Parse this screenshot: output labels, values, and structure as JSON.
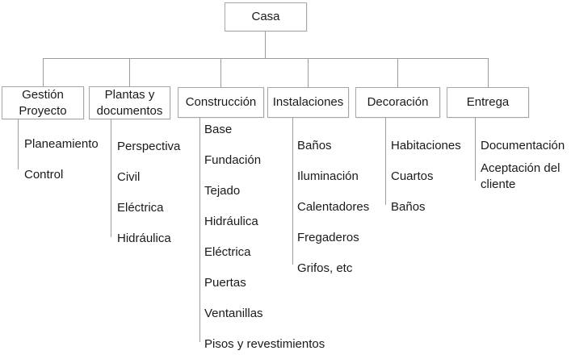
{
  "title": "Casa project work breakdown diagram",
  "root": {
    "label": "Casa"
  },
  "branches": [
    {
      "label": "Gestión Proyecto",
      "items": [
        "Planeamiento",
        "Control"
      ]
    },
    {
      "label": "Plantas y documentos",
      "items": [
        "Perspectiva",
        "Civil",
        "Eléctrica",
        "Hidráulica"
      ]
    },
    {
      "label": "Construcción",
      "items": [
        "Base",
        "Fundación",
        "Tejado",
        "Hidráulica",
        "Eléctrica",
        "Puertas",
        "Ventanillas",
        "Pisos y revestimientos"
      ]
    },
    {
      "label": "Instalaciones",
      "items": [
        "Baños",
        "Iluminación",
        "Calentadores",
        "Fregaderos",
        "Grifos, etc"
      ]
    },
    {
      "label": "Decoración",
      "items": [
        "Habitaciones",
        "Cuartos",
        "Baños"
      ]
    },
    {
      "label": "Entrega",
      "items": [
        "Documentación",
        "Aceptación del cliente"
      ]
    }
  ],
  "colors": {
    "box_border": "#a6a6a6",
    "connector_line": "#9c9c9c",
    "text": "#1a1a1a",
    "background": "#ffffff"
  }
}
